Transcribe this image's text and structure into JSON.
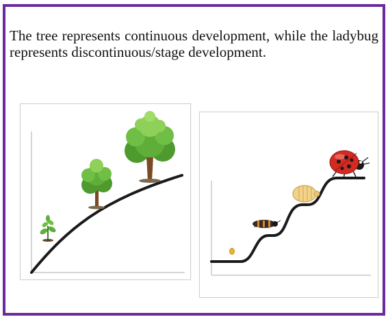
{
  "caption": "The tree represents continuous development, while the ladybug represents discontinuous/stage development.",
  "panels": [
    {
      "kind": "continuous",
      "illustrations": [
        "seedling-icon",
        "small-tree-icon",
        "large-tree-icon"
      ]
    },
    {
      "kind": "stage",
      "illustrations": [
        "egg-icon",
        "larva-icon",
        "pupa-icon",
        "ladybug-icon"
      ]
    }
  ],
  "colors": {
    "frame": "#6a2a9e",
    "curve": "#1a1a1a",
    "leaf": "#5fae3a",
    "leaf_light": "#8fd05a",
    "trunk": "#7a4a22",
    "ladybug": "#d42a22",
    "pupa": "#f3d38a",
    "egg": "#e6b53c"
  }
}
